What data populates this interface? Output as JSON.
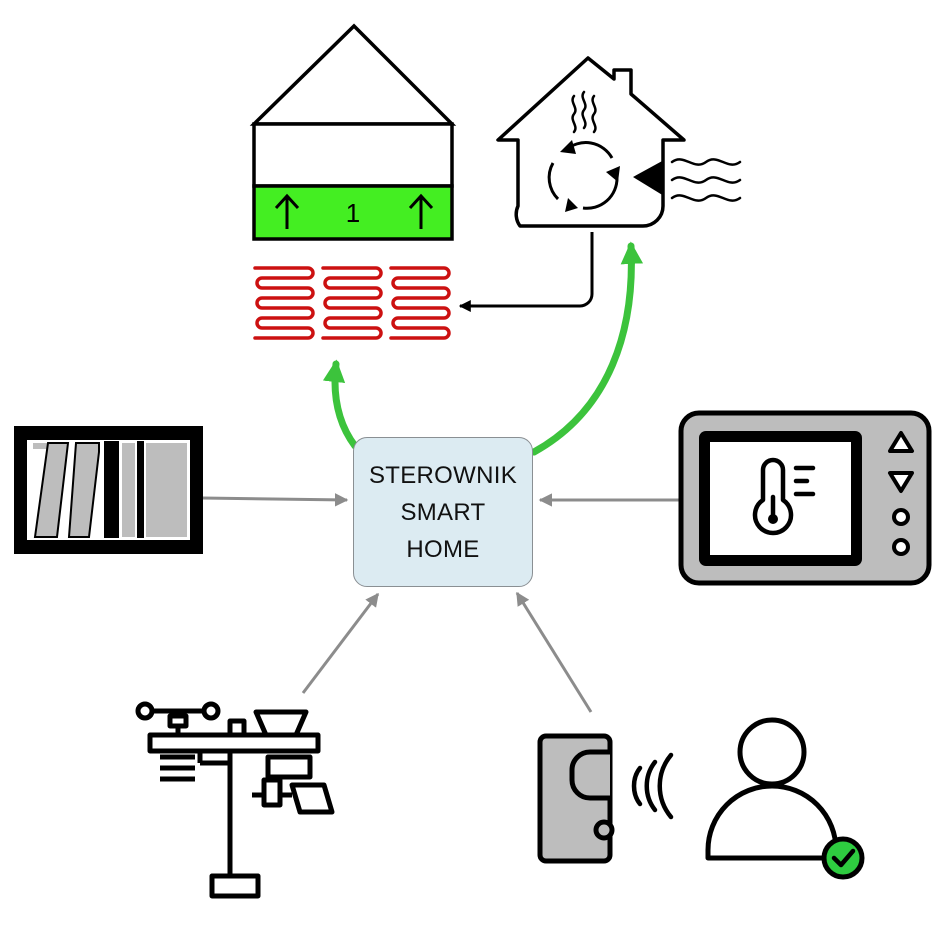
{
  "controller": {
    "line1": "STEROWNIK",
    "line2": "SMART",
    "line3": "HOME"
  },
  "floor_heating": {
    "zone_label": "1"
  },
  "colors": {
    "controller_fill": "#dcebf2",
    "green_arrow": "#3cc33c",
    "zone_green": "#44ee22",
    "heating_red": "#cc1111",
    "gray_arrow": "#8c8c8c",
    "device_gray": "#bdbdbd",
    "check_green": "#2ecc40"
  },
  "icons": {
    "house_zone": "house-zone-icon",
    "heating_coil": "heating-coil-icon",
    "heat_pump": "heat-pump-icon",
    "window_blinds": "window-blinds-icon",
    "thermostat_panel": "thermostat-panel-icon",
    "weather_station": "weather-station-icon",
    "rfid_reader": "rfid-reader-icon",
    "user": "user-icon",
    "check": "check-icon"
  }
}
